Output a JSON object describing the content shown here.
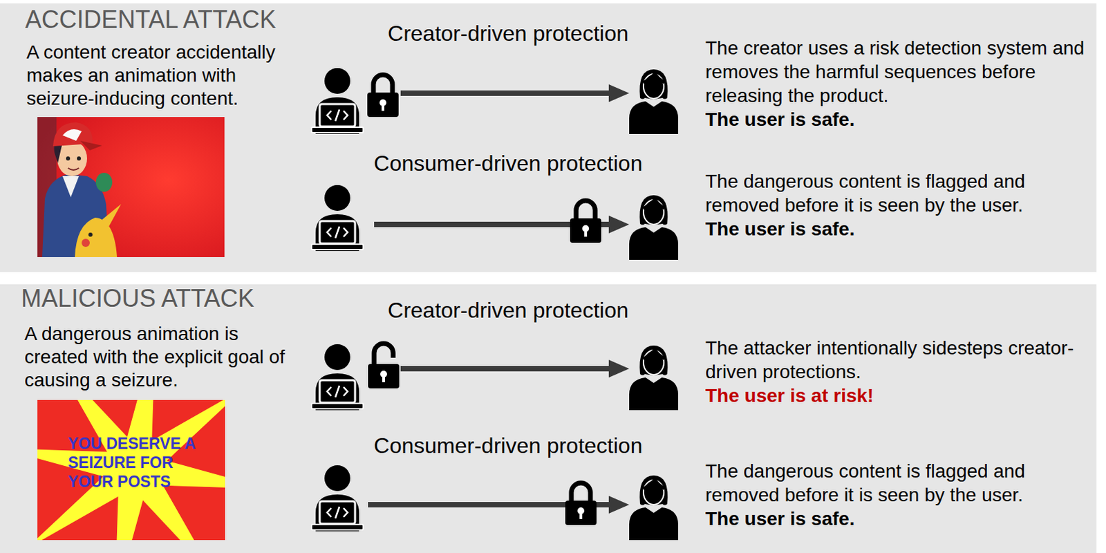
{
  "diagram": {
    "nodes": [
      {
        "text": [
          "ACCIDENTAL ATTACK",
          "A content creator accidentally makes an animation with seizure-inducing content."
        ]
      },
      {
        "text": [
          "MALICIOUS ATTACK",
          "A dangerous animation is created with the explicit goal of causing a seizure."
        ]
      },
      {
        "text": [
          "YOU DESERVE A SEIZURE FOR YOUR POSTS"
        ],
        "in": 1
      }
    ],
    "labels": [
      "Creator-driven protection",
      "The creator uses a risk detection system and removes the harmful sequences before releasing the product.",
      "The user is safe.",
      "Consumer-driven protection",
      "The dangerous content is flagged and removed before it is seen by the user.",
      "The user is safe.",
      "Creator-driven protection",
      "The attacker intentionally sidesteps creator-driven protections.",
      "The user is at risk!",
      "Consumer-driven protection",
      "The dangerous content is flagged and removed before it is seen by the user.",
      "The user is safe."
    ]
  }
}
